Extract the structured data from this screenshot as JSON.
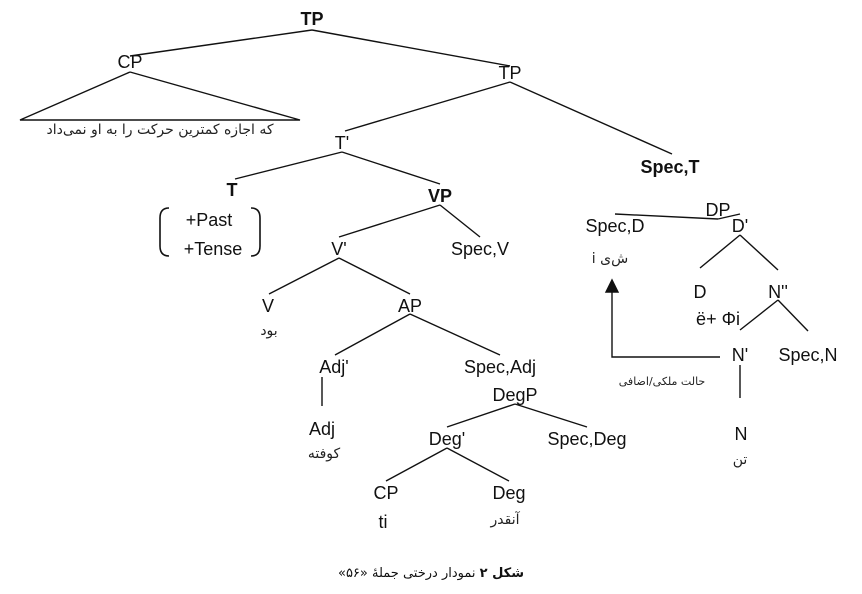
{
  "nodes": [
    {
      "id": "tp-root",
      "text": "TP",
      "bold": true
    },
    {
      "id": "cp-top",
      "text": "CP"
    },
    {
      "id": "tp-mid",
      "text": "TP"
    },
    {
      "id": "cp-clause",
      "text": "که اجازه کمترین حرکت را به او نمی‌داد",
      "fa": true
    },
    {
      "id": "t-bar",
      "text": "T'"
    },
    {
      "id": "spec-t",
      "text": "Spec,T",
      "bold": true
    },
    {
      "id": "t-node",
      "text": "T",
      "bold": true
    },
    {
      "id": "vp",
      "text": "VP",
      "bold": true
    },
    {
      "id": "past",
      "text": "+Past"
    },
    {
      "id": "tense",
      "text": "+Tense"
    },
    {
      "id": "v-bar",
      "text": "V'"
    },
    {
      "id": "spec-v",
      "text": "Spec,V"
    },
    {
      "id": "dp",
      "text": "DP"
    },
    {
      "id": "spec-d",
      "text": "Spec,D"
    },
    {
      "id": "d-bar",
      "text": "D'"
    },
    {
      "id": "shi",
      "text": "ش‌ی i",
      "fa": true
    },
    {
      "id": "v-node",
      "text": "V"
    },
    {
      "id": "bud",
      "text": "بود",
      "fa": true
    },
    {
      "id": "ap",
      "text": "AP"
    },
    {
      "id": "d-node",
      "text": "D"
    },
    {
      "id": "n-dbl",
      "text": "N''"
    },
    {
      "id": "d-content",
      "text": "ë+ Φi"
    },
    {
      "id": "adj-bar",
      "text": "Adj'"
    },
    {
      "id": "spec-adj",
      "text": "Spec,Adj"
    },
    {
      "id": "n-bar",
      "text": "N'"
    },
    {
      "id": "spec-n",
      "text": "Spec,N"
    },
    {
      "id": "degp",
      "text": "DegP"
    },
    {
      "id": "genitive",
      "text": "حالت ملکی/اضافی",
      "fa": true,
      "small": true
    },
    {
      "id": "adj",
      "text": "Adj"
    },
    {
      "id": "kufte",
      "text": "کوفته",
      "fa": true
    },
    {
      "id": "n-node",
      "text": "N"
    },
    {
      "id": "tan",
      "text": "تن",
      "fa": true
    },
    {
      "id": "deg-bar",
      "text": "Deg'"
    },
    {
      "id": "spec-deg",
      "text": "Spec,Deg"
    },
    {
      "id": "cp-low",
      "text": "CP"
    },
    {
      "id": "deg",
      "text": "Deg"
    },
    {
      "id": "ti",
      "text": "ti"
    },
    {
      "id": "anqadr",
      "text": "آنقدر",
      "fa": true
    }
  ],
  "caption": {
    "bold": "شکل ۲",
    "rest": " نمودار درختی جملهٔ «۵۶»"
  }
}
